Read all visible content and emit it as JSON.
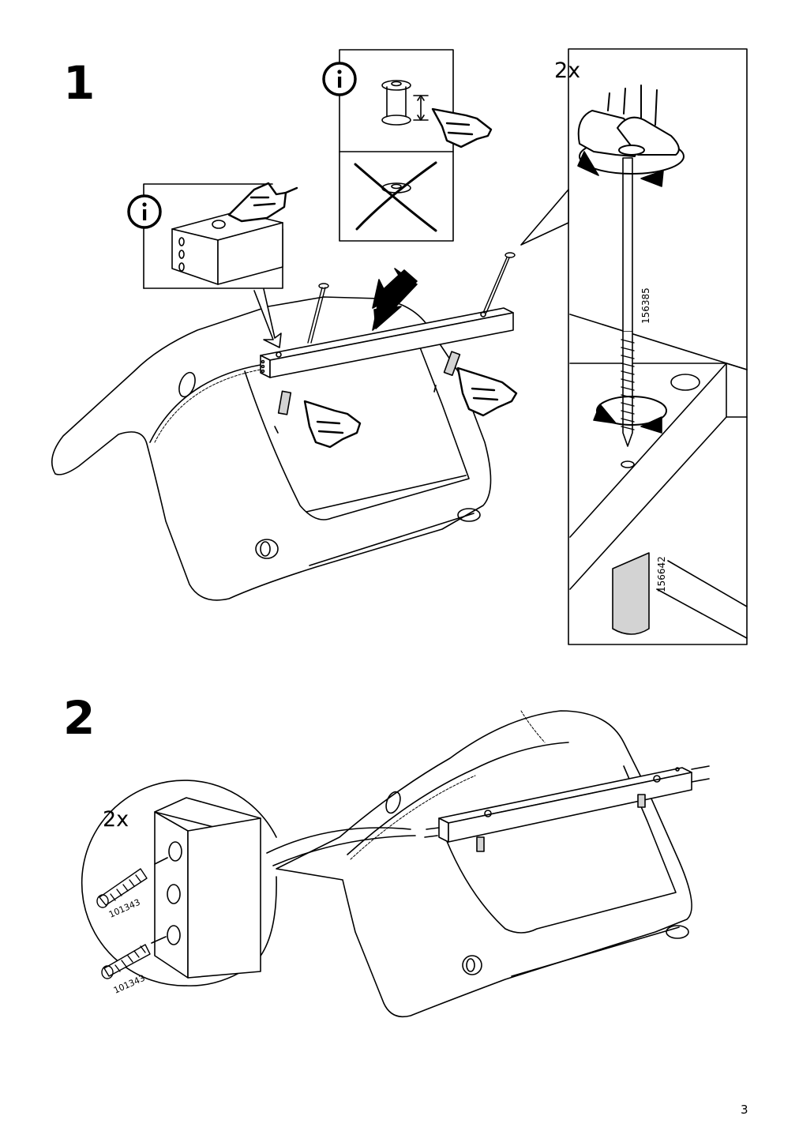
{
  "steps": [
    {
      "number": "1",
      "quantity": "2x",
      "parts": [
        "156385",
        "156642"
      ],
      "info_icon": "info-circle-icon",
      "pointing_icon": "pointing-hand-icon",
      "wrong_icon": "cross-mark-icon"
    },
    {
      "number": "2",
      "quantity": "2x",
      "parts": [
        "101343",
        "101343"
      ]
    }
  ],
  "page_number": "3"
}
